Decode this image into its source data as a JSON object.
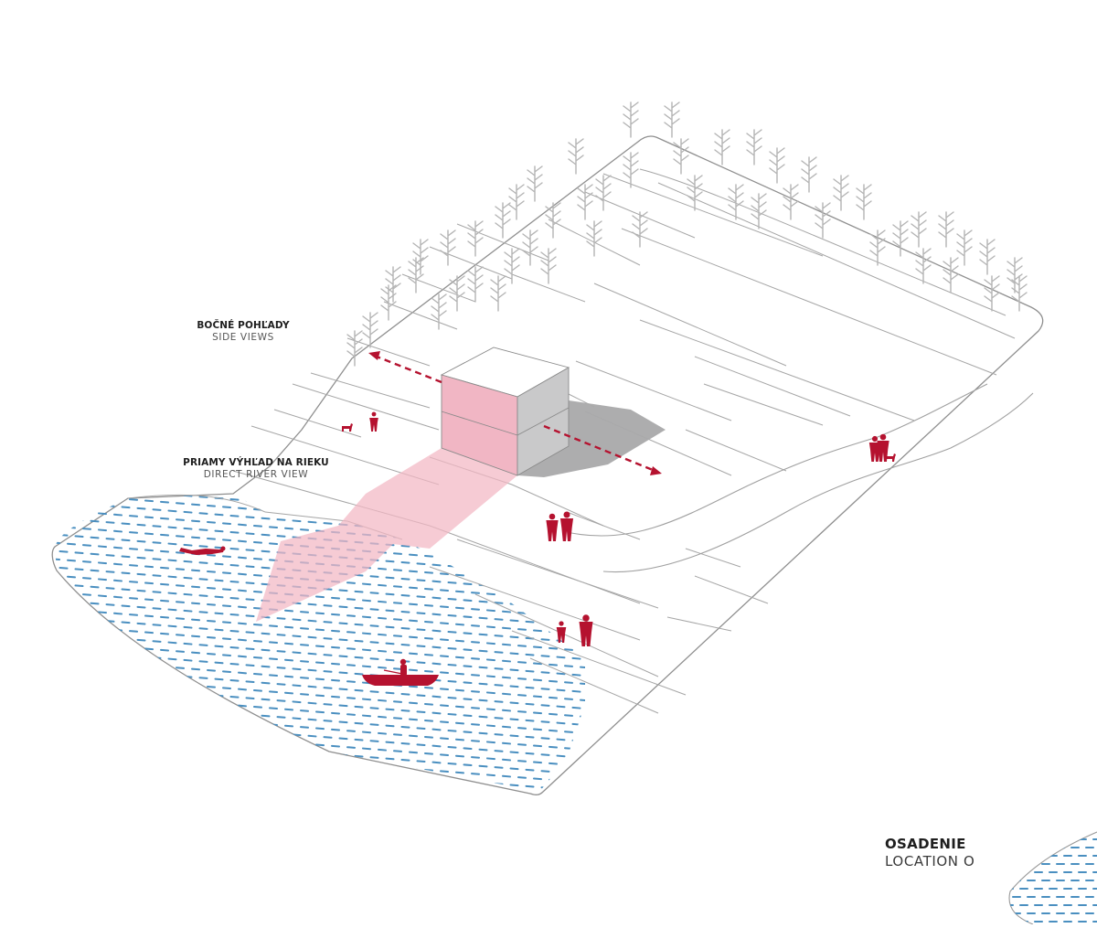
{
  "diagram": {
    "title": "Site axonometric — views from building",
    "labels": {
      "side_views": {
        "title": "BOČNÉ POHĽADY",
        "subtitle": "SIDE VIEWS"
      },
      "direct_river_view": {
        "title": "PRIAMY VÝHĽAD NA RIEKU",
        "subtitle": "DIRECT RIVER VIEW"
      },
      "location": {
        "title": "OSADENIE",
        "subtitle": "LOCATION O"
      }
    },
    "colors": {
      "accent_red": "#b5122f",
      "view_cone_pink": "#f2b7c4",
      "water_dash_blue": "#4a8fc0",
      "shadow_gray": "#a9a9aa",
      "building_side_gray": "#c9c9ca",
      "line_gray": "#9a9a9a"
    },
    "elements": [
      "building-volume",
      "building-shadow",
      "direct-view-cone",
      "side-view-arrows",
      "river-water",
      "tree-belt",
      "footpath",
      "people-figures",
      "swimmer",
      "rowboat"
    ]
  }
}
